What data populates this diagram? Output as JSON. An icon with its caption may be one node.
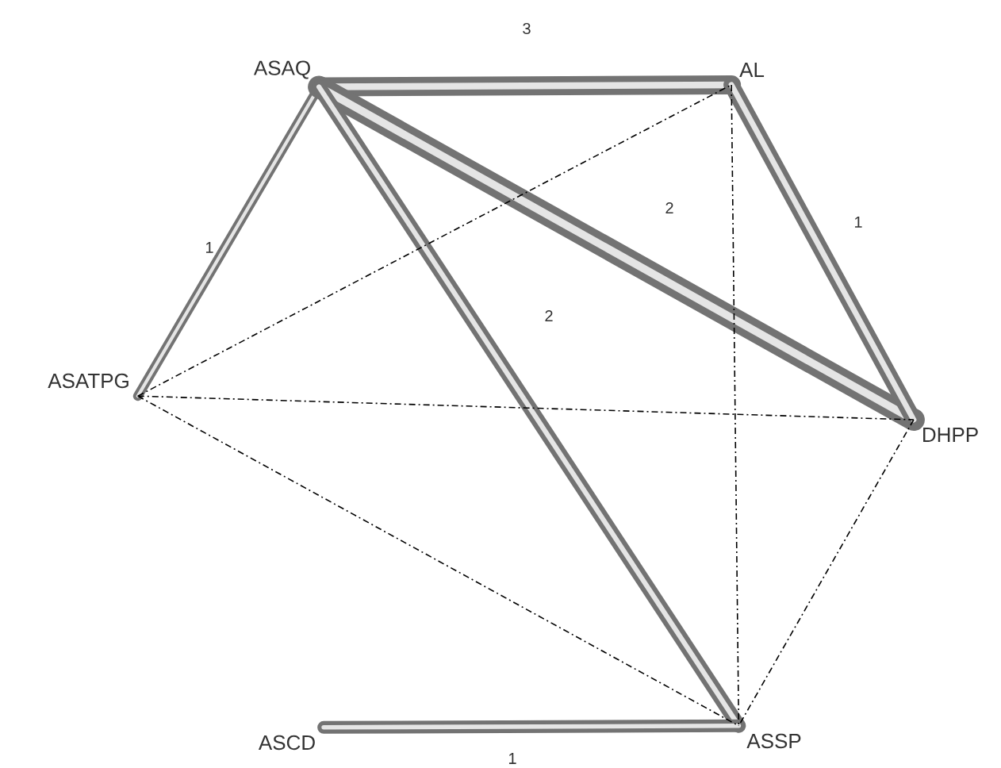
{
  "diagram": {
    "nodes": [
      {
        "text": [
          "ASAQ"
        ]
      },
      {
        "text": [
          "AL"
        ]
      },
      {
        "text": [
          "ASATPG"
        ]
      },
      {
        "text": [
          "DHPP"
        ]
      },
      {
        "text": [
          "ASCD"
        ]
      },
      {
        "text": [
          "ASSP"
        ]
      }
    ],
    "edges": [
      {
        "from": 0,
        "to": 1,
        "arrow": "none",
        "label": "3",
        "style": "thick"
      },
      {
        "from": 0,
        "to": 2,
        "arrow": "none",
        "label": "1"
      },
      {
        "from": 0,
        "to": 3,
        "arrow": "none",
        "label": "2",
        "style": "thick"
      },
      {
        "from": 1,
        "to": 3,
        "arrow": "none",
        "label": "1"
      },
      {
        "from": 0,
        "to": 5,
        "arrow": "none",
        "label": "2"
      },
      {
        "from": 4,
        "to": 5,
        "arrow": "none",
        "label": "1"
      },
      {
        "from": 2,
        "to": 1,
        "arrow": "none",
        "style": "dashed",
        "color": "#000000"
      },
      {
        "from": 2,
        "to": 3,
        "arrow": "none",
        "style": "dashed",
        "color": "#000000"
      },
      {
        "from": 2,
        "to": 5,
        "arrow": "none",
        "style": "dashed",
        "color": "#000000"
      },
      {
        "from": 1,
        "to": 5,
        "arrow": "none",
        "style": "dashed",
        "color": "#000000"
      },
      {
        "from": 3,
        "to": 5,
        "arrow": "none",
        "style": "dashed",
        "color": "#000000"
      }
    ]
  }
}
